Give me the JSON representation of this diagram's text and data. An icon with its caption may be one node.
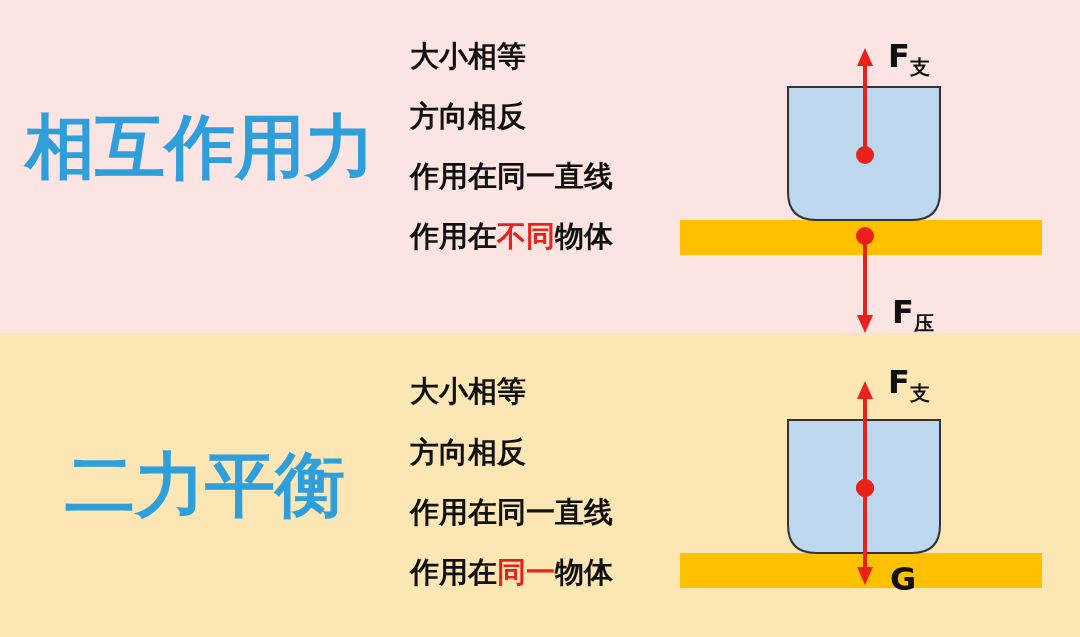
{
  "diagram": {
    "nodes": [
      {
        "text": [
          "相互作用力",
          "大小相等",
          "方向相反",
          "作用在同一直线",
          "作用在**不同**物体"
        ]
      },
      {
        "text": [
          "二力平衡",
          "大小相等",
          "方向相反",
          "作用在同一直线",
          "作用在**同一**物体"
        ]
      }
    ],
    "labels": [
      "F$_{支}$",
      "F$_{压}$",
      "F$_{支}$",
      "G"
    ]
  }
}
